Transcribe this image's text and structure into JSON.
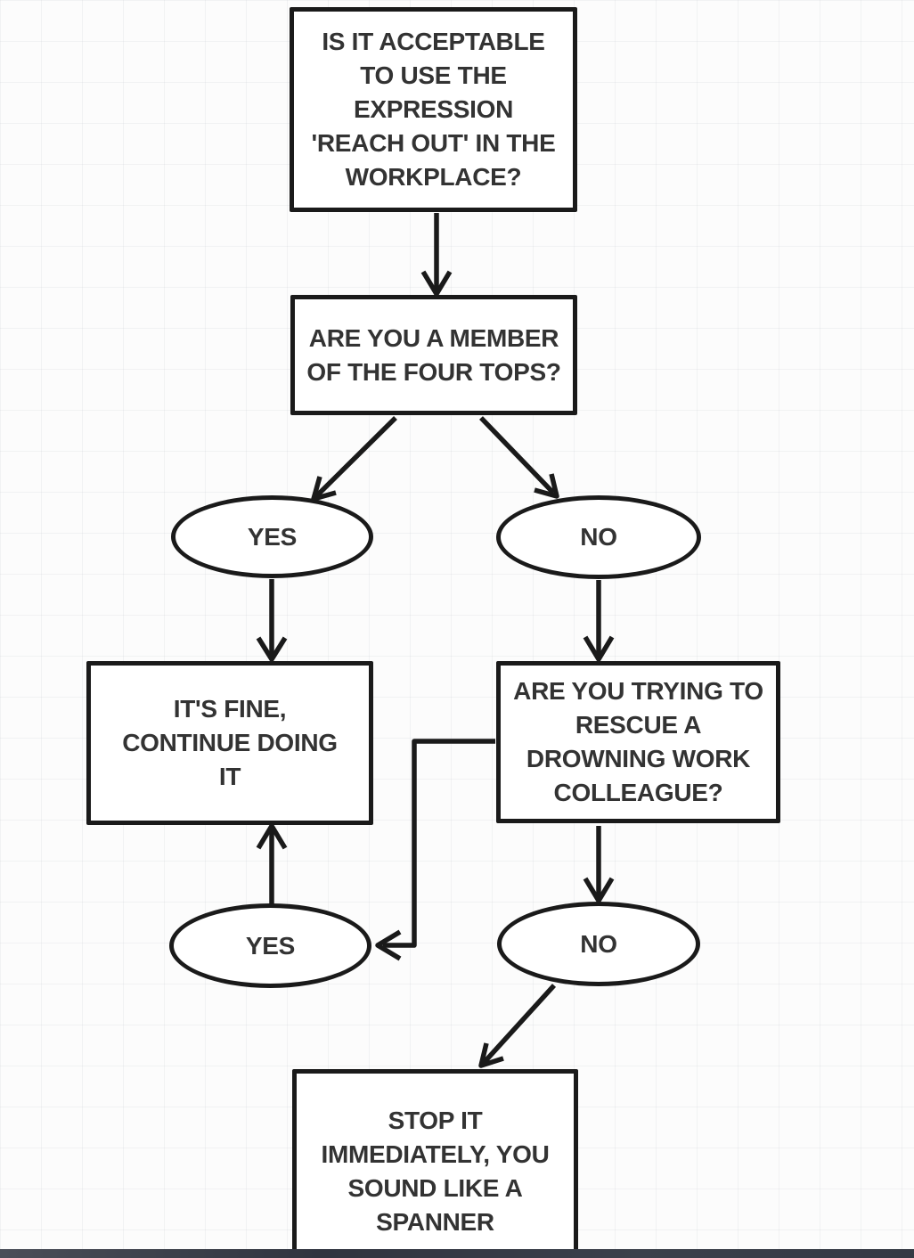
{
  "page": {
    "background_color": "#fcfcfc",
    "grid_color": "rgba(170,175,185,0.13)",
    "bottom_bar_color": "#373c47"
  },
  "flowchart": {
    "line_color": "#1a1a1a",
    "text_color": "#333333",
    "node_fill": "#ffffff",
    "nodes": {
      "q1": {
        "type": "rect",
        "label": "IS IT ACCEPTABLE\nTO USE THE\nEXPRESSION\n'REACH OUT' IN THE\nWORKPLACE?"
      },
      "q2": {
        "type": "rect",
        "label": "ARE YOU A MEMBER\nOF THE FOUR TOPS?"
      },
      "yes1": {
        "type": "oval",
        "label": "YES"
      },
      "no1": {
        "type": "oval",
        "label": "NO"
      },
      "fine": {
        "type": "rect",
        "label": "IT'S FINE,\nCONTINUE DOING\nIT"
      },
      "q3": {
        "type": "rect",
        "label": "ARE YOU TRYING TO\nRESCUE A\nDROWNING WORK\nCOLLEAGUE?"
      },
      "yes2": {
        "type": "oval",
        "label": "YES"
      },
      "no2": {
        "type": "oval",
        "label": "NO"
      },
      "stop": {
        "type": "rect",
        "label": "STOP IT\nIMMEDIATELY, YOU\nSOUND LIKE A\nSPANNER"
      }
    },
    "edges": [
      {
        "from": "q1",
        "to": "q2"
      },
      {
        "from": "q2",
        "to": "yes1"
      },
      {
        "from": "q2",
        "to": "no1"
      },
      {
        "from": "yes1",
        "to": "fine"
      },
      {
        "from": "no1",
        "to": "q3"
      },
      {
        "from": "q3",
        "to": "no2"
      },
      {
        "from": "q3",
        "to": "yes2"
      },
      {
        "from": "yes2",
        "to": "fine"
      },
      {
        "from": "no2",
        "to": "stop"
      }
    ]
  }
}
